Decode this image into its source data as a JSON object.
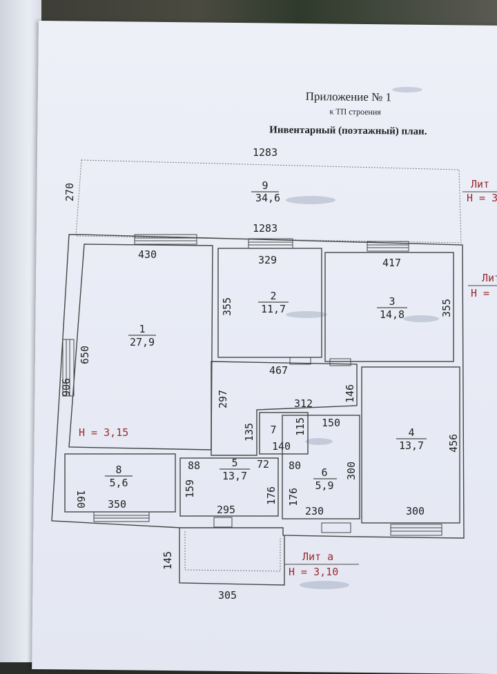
{
  "header": {
    "title": "Приложение № 1",
    "subtitle": "к ТП строения",
    "plan_title": "Инвентарный (поэтажный) план."
  },
  "dimensions": {
    "top_width": "1283",
    "inner_width": "1283",
    "terrace_depth": "270",
    "left_height": "906",
    "r1_width": "430",
    "r1_height": "650",
    "r2_width": "329",
    "r2_height": "355",
    "r3_width": "417",
    "r3_height": "355",
    "corridor_width": "467",
    "r5_side": "297",
    "r_mid_width": "312",
    "r3_gap": "146",
    "r7_height": "135",
    "r7_width": "140",
    "r7_inner": "115",
    "r6_width_top": "150",
    "r4_height": "456",
    "r4_width": "300",
    "r8_height": "160",
    "r8_width": "350",
    "r5_top": "88",
    "r5_top2": "72",
    "r5_left": "159",
    "r5_right": "176",
    "r5_width": "295",
    "r6_top": "80",
    "r6_left": "176",
    "r6_right": "300",
    "r6_width": "230",
    "porch_depth": "145",
    "porch_width": "305"
  },
  "rooms": [
    {
      "number": "1",
      "area": "27,9"
    },
    {
      "number": "2",
      "area": "11,7"
    },
    {
      "number": "3",
      "area": "14,8"
    },
    {
      "number": "4",
      "area": "13,7"
    },
    {
      "number": "5",
      "area": "13,7"
    },
    {
      "number": "6",
      "area": "5,9"
    },
    {
      "number": "7",
      "area": ""
    },
    {
      "number": "8",
      "area": "5,6"
    },
    {
      "number": "9",
      "area": "34,6"
    }
  ],
  "heights": {
    "main": "H = 3,15",
    "lit_a_label": "Лит а",
    "lit_a_height": "H = 3,10",
    "edge_lit_top": "Лит",
    "edge_h_top": "H = 3",
    "edge_lit_mid": "Лит",
    "edge_h_mid": "H ="
  },
  "colors": {
    "ink": "#222222",
    "red_ink": "#9a2a2e",
    "paper": "#eef0f8"
  }
}
